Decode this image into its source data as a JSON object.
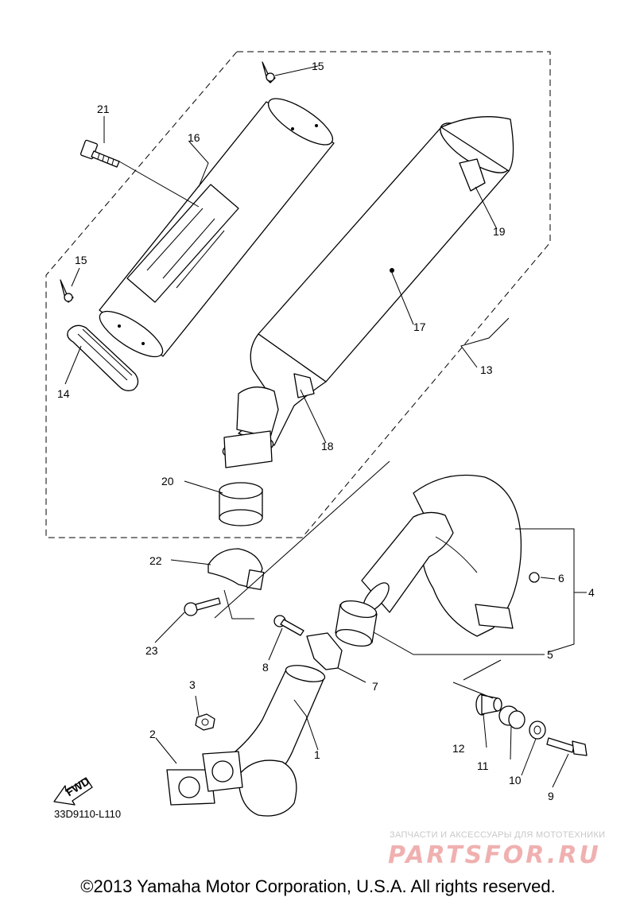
{
  "diagram": {
    "callouts": [
      "1",
      "2",
      "3",
      "4",
      "5",
      "6",
      "7",
      "8",
      "9",
      "10",
      "11",
      "12",
      "13",
      "14",
      "15",
      "15",
      "16",
      "17",
      "18",
      "19",
      "20",
      "21",
      "22",
      "23"
    ],
    "fwd_label": "FWD",
    "reference_code": "33D9110-L110",
    "copyright": "©2013 Yamaha Motor Corporation, U.S.A. All rights reserved.",
    "watermark": {
      "tagline": "ЗАПЧАСТИ И АКСЕССУАРЫ ДЛЯ МОТОТЕХНИКИ",
      "logo": "PARTSFOR.RU"
    }
  }
}
